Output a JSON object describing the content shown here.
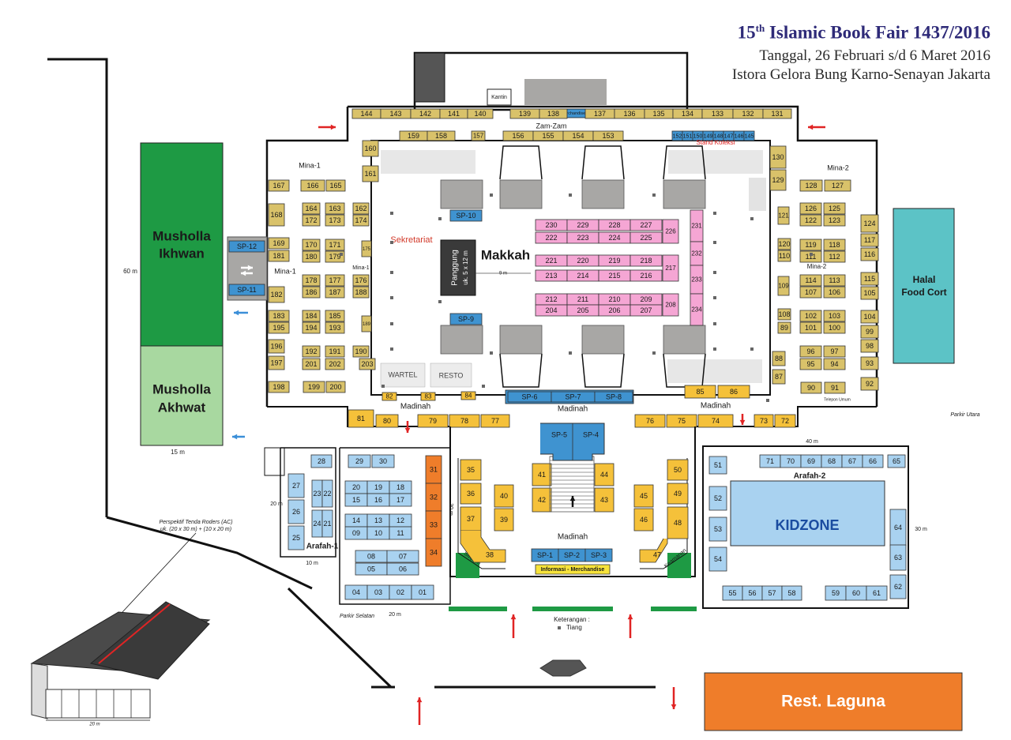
{
  "header": {
    "title_prefix": "15",
    "title_sup": "th",
    "title_main": " Islamic Book Fair 1437/2016",
    "date_line": "Tanggal, 26 Februari s/d 6 Maret 2016",
    "venue_line": "Istora Gelora Bung Karno-Senayan Jakarta"
  },
  "colors": {
    "gold": "#d9c26a",
    "yellow": "#f5c13a",
    "blue": "#3f93d0",
    "light_blue": "#a9d2f0",
    "pink": "#f5a6d4",
    "orange": "#ef7d2a",
    "green_dark": "#1e9a44",
    "green_light": "#a8d8a0",
    "teal": "#5cc3c6",
    "gray": "#a8a7a5",
    "dark_gray": "#555555",
    "stage": "#3a3a3a",
    "red": "#e02424"
  },
  "areas": {
    "musholla_ikhwan": [
      "Musholla",
      "Ikhwan"
    ],
    "musholla_akhwat": [
      "Musholla",
      "Akhwat"
    ],
    "halal_food": [
      "Halal",
      "Food Cort"
    ],
    "rest_laguna": "Rest. Laguna",
    "kidzone": "KIDZONE",
    "makkah": "Makkah",
    "panggung": [
      "Panggung",
      "uk. 5 x 12 m"
    ],
    "sekretariat": "Sekretariat",
    "wartel": "WARTEL",
    "resto": "RESTO",
    "kantin": "Kantin",
    "merchandise": "Merchandise",
    "informasi": "Informasi - Merchandise",
    "stand_koleksi": "Stand Koleksi",
    "zamzam": "Zam-Zam",
    "mina1": "Mina-1",
    "mina2": "Mina-2",
    "madinah": "Madinah",
    "arafah1": "Arafah-1",
    "arafah2": "Arafah-2",
    "satpam": "Satpam",
    "keamanan": "Keamanan",
    "parkir_utara": "Parkir Utara",
    "parkir_selatan": "Parkir Selatan",
    "telepon_umum": "Telepon Umum",
    "keterangan": "Keterangan :",
    "tiang": "Tiang",
    "tenda_note": [
      "Perspektif Tenda Roders (AC)",
      "uk. (20 x 30 m) + (10 x 20 m)"
    ],
    "dimensions": {
      "m60": "60 m",
      "m15": "15 m",
      "m40": "40 m",
      "m30a": "30 m",
      "m30b": "30 m",
      "m20a": "20 m",
      "m20b": "20 m",
      "m10": "10 m",
      "m20c": "20 m",
      "m9": "9 m"
    }
  },
  "booths": {
    "top_row": [
      "144",
      "143",
      "142",
      "141",
      "140",
      "139",
      "138",
      "137",
      "136",
      "135",
      "134",
      "133",
      "132",
      "131"
    ],
    "zamzam_row": [
      "159",
      "158",
      "157",
      "156",
      "155",
      "154",
      "153"
    ],
    "stand_koleksi_row": [
      "152",
      "151",
      "150",
      "149",
      "148",
      "147",
      "146",
      "145"
    ],
    "pink": [
      "230",
      "229",
      "228",
      "227",
      "222",
      "223",
      "224",
      "225",
      "226",
      "231",
      "232",
      "221",
      "220",
      "219",
      "218",
      "213",
      "214",
      "215",
      "216",
      "217",
      "233",
      "212",
      "211",
      "210",
      "209",
      "204",
      "205",
      "206",
      "207",
      "208",
      "234"
    ],
    "mina1_left": [
      "167",
      "166",
      "165",
      "168",
      "169",
      "181",
      "182",
      "183",
      "195",
      "196",
      "197",
      "198",
      "199",
      "200",
      "160",
      "161"
    ],
    "mina1_grid": [
      "164",
      "163",
      "172",
      "173",
      "162",
      "174",
      "170",
      "171",
      "180",
      "179",
      "175",
      "178",
      "177",
      "186",
      "187",
      "176",
      "188",
      "184",
      "185",
      "194",
      "193",
      "189",
      "192",
      "191",
      "201",
      "202",
      "190",
      "203"
    ],
    "sp_blue": [
      "SP-10",
      "SP-9",
      "SP-12",
      "SP-11",
      "SP-6",
      "SP-7",
      "SP-8",
      "SP-5",
      "SP-4",
      "SP-1",
      "SP-2",
      "SP-3"
    ],
    "madinah_row": [
      "82",
      "83",
      "84",
      "85",
      "86",
      "81",
      "80",
      "79",
      "78",
      "77",
      "76",
      "75",
      "74",
      "73",
      "72"
    ],
    "mina2_right": [
      "130",
      "129",
      "128",
      "127",
      "124",
      "117",
      "116",
      "115",
      "105",
      "104",
      "99",
      "98",
      "93",
      "92",
      "121",
      "120",
      "110",
      "109",
      "108",
      "89",
      "88",
      "87",
      "90",
      "91"
    ],
    "mina2_grid": [
      "126",
      "125",
      "122",
      "123",
      "119",
      "118",
      "111",
      "112",
      "113",
      "114",
      "107",
      "106",
      "102",
      "103",
      "101",
      "100",
      "96",
      "97",
      "95",
      "94"
    ],
    "madinah_yellow": [
      "35",
      "36",
      "37",
      "38",
      "40",
      "39",
      "41",
      "42",
      "44",
      "43",
      "45",
      "46",
      "50",
      "49",
      "48",
      "47"
    ],
    "arafah1": [
      "28",
      "29",
      "30",
      "27",
      "23",
      "22",
      "26",
      "24",
      "21",
      "25",
      "20",
      "19",
      "18",
      "15",
      "16",
      "17",
      "14",
      "13",
      "12",
      "09",
      "10",
      "11",
      "08",
      "07",
      "05",
      "06",
      "04",
      "03",
      "02",
      "01"
    ],
    "arafah1_orange": [
      "31",
      "32",
      "33",
      "34"
    ],
    "arafah2": [
      "71",
      "70",
      "69",
      "68",
      "67",
      "66",
      "65",
      "51",
      "52",
      "53",
      "54",
      "64",
      "63",
      "62",
      "55",
      "56",
      "57",
      "58",
      "59",
      "60",
      "61"
    ]
  }
}
